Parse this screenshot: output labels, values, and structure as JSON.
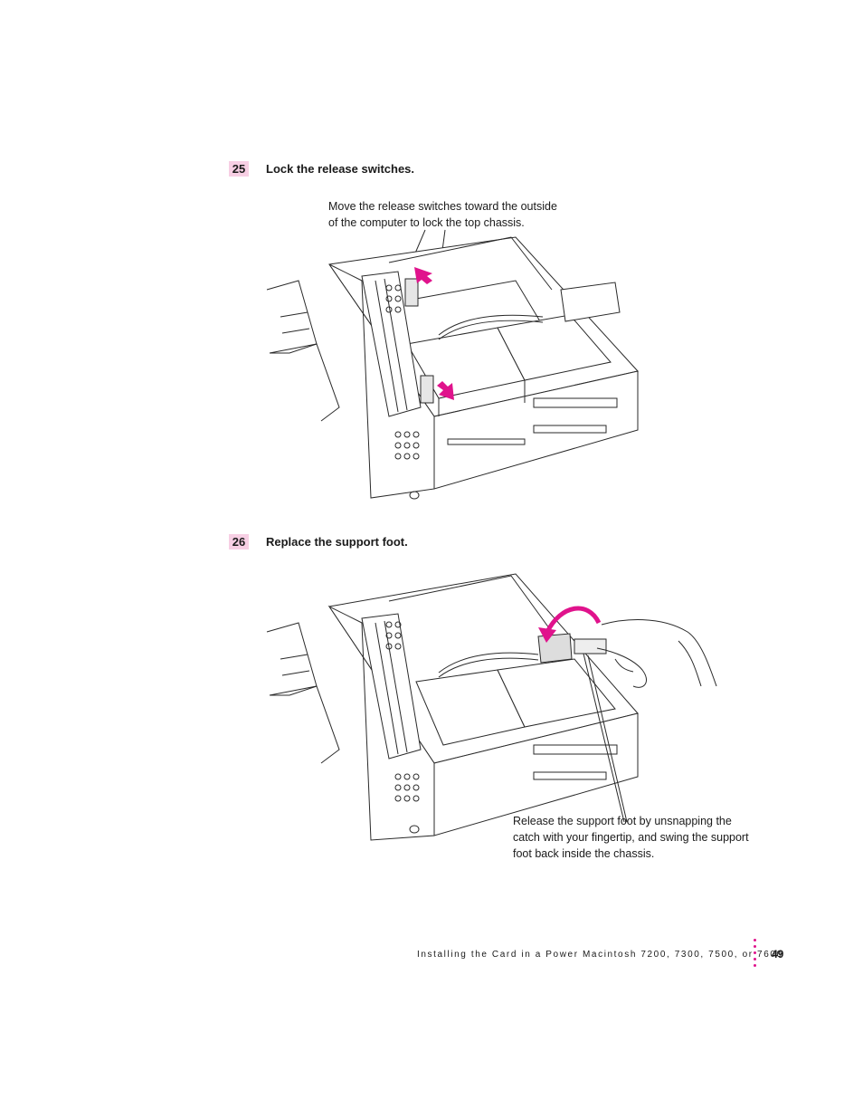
{
  "steps": [
    {
      "number": "25",
      "title": "Lock the release switches."
    },
    {
      "number": "26",
      "title": "Replace the support foot."
    }
  ],
  "captions": {
    "release_switches": [
      "Move the release switches toward the outside",
      "of the computer to lock the top chassis."
    ],
    "support_foot": [
      "Release the support foot by unsnapping the",
      "catch with your fingertip, and swing the support",
      "foot back inside the chassis."
    ]
  },
  "footer": {
    "running_title": "Installing the Card in a Power Macintosh 7200, 7300, 7500, or 7600",
    "page_number": "49"
  },
  "colors": {
    "accent": "#e0138c",
    "step_highlight": "#f7cfe4",
    "line": "#2a2a2a"
  }
}
